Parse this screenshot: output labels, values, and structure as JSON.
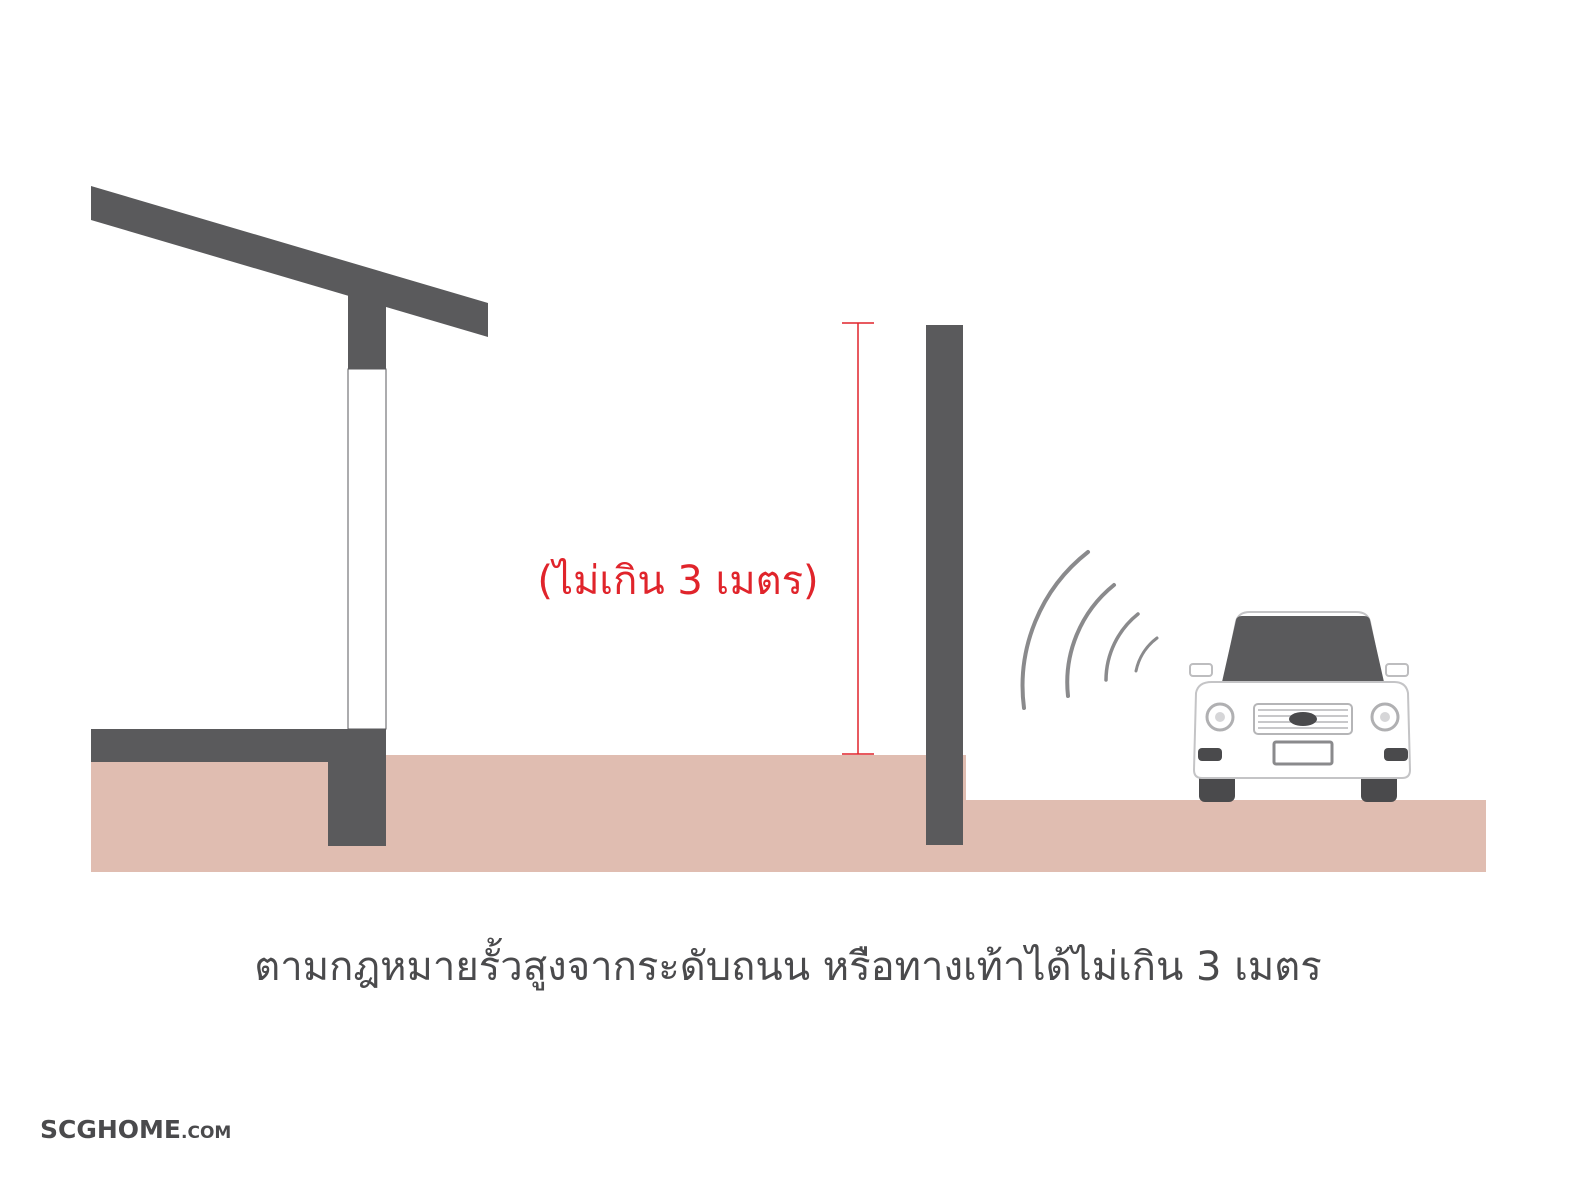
{
  "diagram": {
    "dimension_label": "(ไม่เกิน 3 เมตร)",
    "caption": "ตามกฎหมายรั้วสูงจากระดับถนน หรือทางเท้าได้ไม่เกิน 3 เมตร",
    "brand": {
      "name": "SCGHOME",
      "suffix": ".COM"
    },
    "colors": {
      "structure": "#5a5a5c",
      "ground": "#e0bdb1",
      "dimension": "#e0242b",
      "text": "#4a4a4c"
    },
    "icons": [
      "house-section",
      "fence-wall",
      "car-icon",
      "sound-wave-icon"
    ]
  }
}
